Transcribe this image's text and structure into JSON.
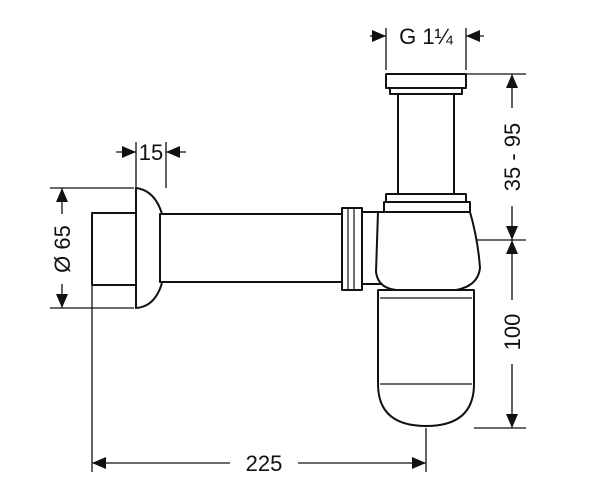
{
  "dimensions": {
    "thread": "G 1¼",
    "wall_flange_thickness": "15",
    "flange_diameter": "Ø 65",
    "tube_height_range": "35 - 95",
    "trap_height": "100",
    "total_depth": "225"
  },
  "colors": {
    "line": "#111111",
    "background": "#ffffff"
  }
}
